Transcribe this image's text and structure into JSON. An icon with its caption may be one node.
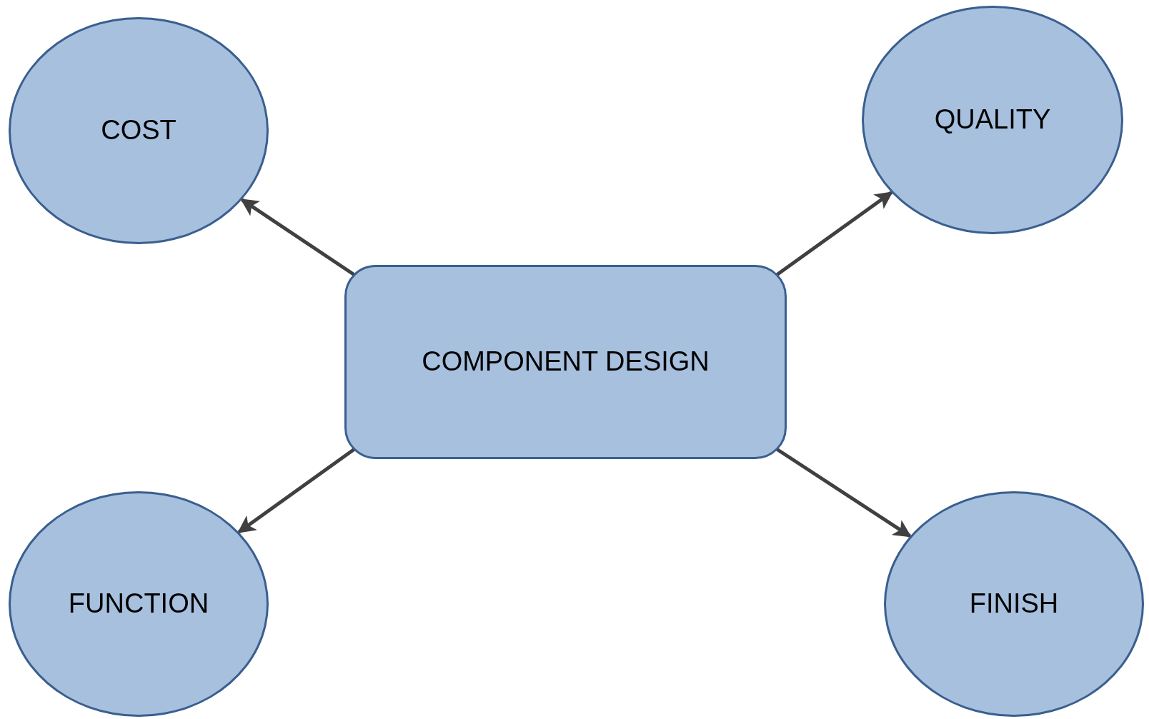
{
  "diagram": {
    "nodes": [
      {
        "text": [
          "COMPONENT DESIGN"
        ]
      },
      {
        "text": [
          "COST"
        ]
      },
      {
        "text": [
          "QUALITY"
        ]
      },
      {
        "text": [
          "FUNCTION"
        ]
      },
      {
        "text": [
          "FINISH"
        ]
      }
    ],
    "edges": [
      {
        "from": 0,
        "to": 1,
        "arrow": "to"
      },
      {
        "from": 0,
        "to": 2,
        "arrow": "to"
      },
      {
        "from": 0,
        "to": 3,
        "arrow": "to"
      },
      {
        "from": 0,
        "to": 4,
        "arrow": "to"
      }
    ]
  }
}
